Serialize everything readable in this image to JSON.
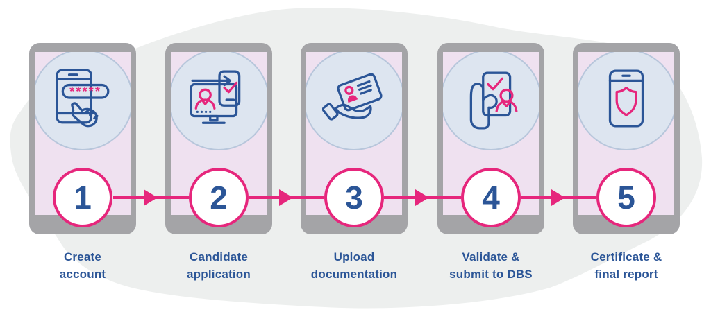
{
  "steps": [
    {
      "number": "1",
      "label_line1": "Create",
      "label_line2": "account",
      "icon": "phone-password-icon"
    },
    {
      "number": "2",
      "label_line1": "Candidate",
      "label_line2": "application",
      "icon": "monitor-candidate-icon"
    },
    {
      "number": "3",
      "label_line1": "Upload",
      "label_line2": "documentation",
      "icon": "hand-id-card-icon"
    },
    {
      "number": "4",
      "label_line1": "Validate &",
      "label_line2": "submit to DBS",
      "icon": "hand-phone-check-icon"
    },
    {
      "number": "5",
      "label_line1": "Certificate &",
      "label_line2": "final report",
      "icon": "phone-shield-icon"
    }
  ],
  "password_mask": "*****",
  "colors": {
    "accent_pink": "#e6267c",
    "text_blue": "#2b5597",
    "screen_lavender": "#efe1f0",
    "halo_blue": "#dde5f0",
    "halo_border": "#b7c6db",
    "frame_gray": "#a4a4a7",
    "blob_gray": "#edefee",
    "white": "#ffffff"
  }
}
